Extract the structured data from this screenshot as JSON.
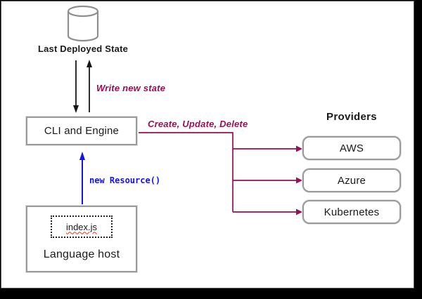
{
  "diagram": {
    "state_store": {
      "label": "Last Deployed State"
    },
    "engine": {
      "label": "CLI and Engine"
    },
    "language_host": {
      "label": "Language host",
      "file_name": "index.js"
    },
    "providers": {
      "heading": "Providers",
      "items": [
        {
          "label": "AWS"
        },
        {
          "label": "Azure"
        },
        {
          "label": "Kubernetes"
        }
      ]
    },
    "edge_labels": {
      "write_state": "Write new state",
      "crud": "Create, Update, Delete",
      "new_resource": "new Resource()"
    },
    "colors": {
      "accent_magenta": "#990f54",
      "accent_blue": "#1414e0",
      "sketch_border": "#9a9a9a"
    }
  }
}
